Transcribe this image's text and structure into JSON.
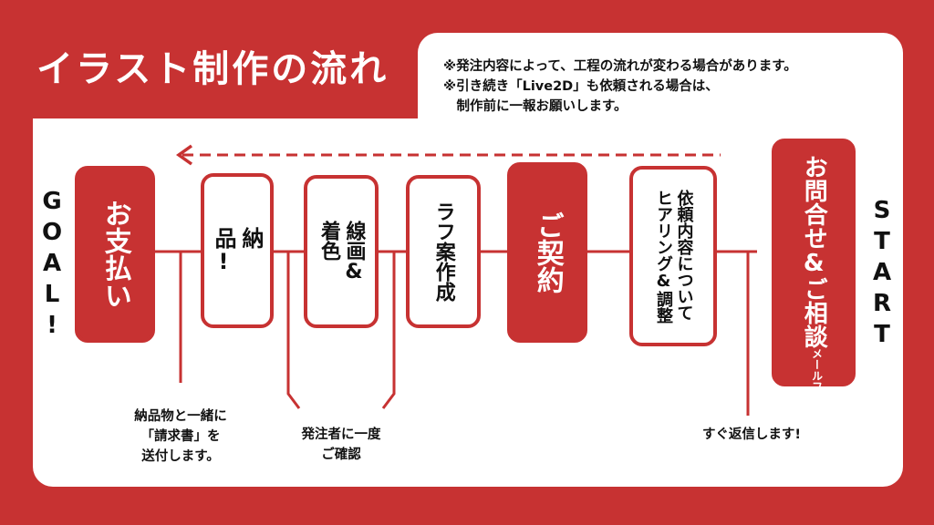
{
  "header": {
    "title": "イラスト制作の流れ",
    "notes": "※発注内容によって、工程の流れが変わる場合があります。\n※引き続き「Live2D」も依頼される場合は、\n　制作前に一報お願いします。"
  },
  "labels": {
    "goal": "GOAL!",
    "start": "START"
  },
  "steps": {
    "payment": "お支払い",
    "delivery": "納\n品!",
    "lineart": "線画&\n着色",
    "rough": "ラフ案作成",
    "contract": "ご契約",
    "hearing": "依頼内容について\nヒアリング&調整",
    "inquiry_main": "お問合せ&ご相談",
    "inquiry_sub": "メールフォームで"
  },
  "annotations": {
    "invoice": "納品物と一緒に\n「請求書」を\n送付します。",
    "confirm": "発注者に一度\nご確認",
    "reply": "すぐ返信します!"
  },
  "colors": {
    "accent": "#c73232",
    "panel": "#ffffff",
    "text": "#111111"
  }
}
